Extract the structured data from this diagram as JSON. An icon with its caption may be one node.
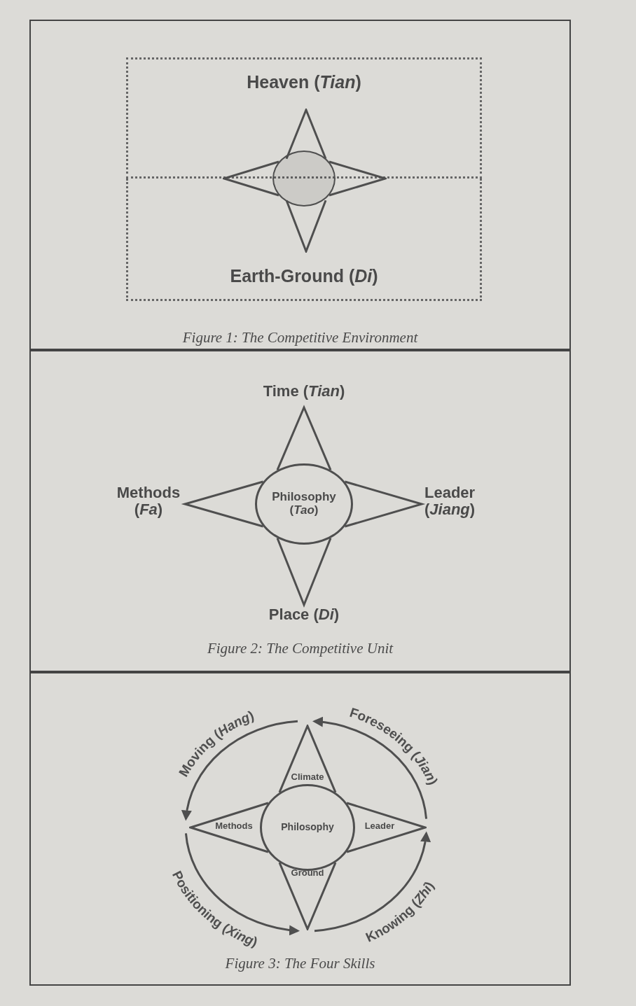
{
  "diagram": {
    "nodes": [
      {
        "text": [
          "Figure 1: The Competitive Environment"
        ]
      },
      {
        "text": [
          "Heaven (*Tian*)"
        ],
        "in": 0
      },
      {
        "text": [
          "Earth-Ground (*Di*)"
        ],
        "in": 0
      },
      {
        "text": [],
        "shape": "triangle",
        "in": 1
      },
      {
        "text": [],
        "shape": "triangle",
        "in": 0
      },
      {
        "text": [],
        "shape": "circle",
        "in": 0
      },
      {
        "text": [],
        "shape": "triangle",
        "in": 0
      },
      {
        "text": [],
        "shape": "triangle",
        "in": 2
      },
      {
        "text": [
          "Figure 2: The Competitive Unit"
        ]
      },
      {
        "text": [
          "Time (*Tian*)"
        ],
        "in": 8
      },
      {
        "text": [
          "Methods (*Fa*)"
        ],
        "in": 8
      },
      {
        "text": [
          "Philosophy (*Tao*)"
        ],
        "in": 8
      },
      {
        "text": [
          "Leader (*Jiang*)"
        ],
        "in": 8
      },
      {
        "text": [
          "Place (*Di*)"
        ],
        "in": 8
      },
      {
        "text": [
          "Figure 3: The Four Skills"
        ]
      },
      {
        "text": [
          "Climate"
        ],
        "in": 14
      },
      {
        "text": [
          "Methods"
        ],
        "in": 14
      },
      {
        "text": [
          "Philosophy"
        ],
        "in": 14
      },
      {
        "text": [
          "Leader"
        ],
        "in": 14
      },
      {
        "text": [
          "Ground"
        ],
        "in": 14
      }
    ],
    "edges": [
      {
        "from": 18,
        "to": 15,
        "arrow": "to",
        "label": "Foreseeing (*Jian*)"
      },
      {
        "from": 15,
        "to": 16,
        "arrow": "to",
        "label": "Moving (*Hang*)"
      },
      {
        "from": 16,
        "to": 19,
        "arrow": "to",
        "label": "Positioning (*Xing*)"
      },
      {
        "from": 19,
        "to": 18,
        "arrow": "to",
        "label": "Knowing (*Zhi*)"
      }
    ]
  }
}
